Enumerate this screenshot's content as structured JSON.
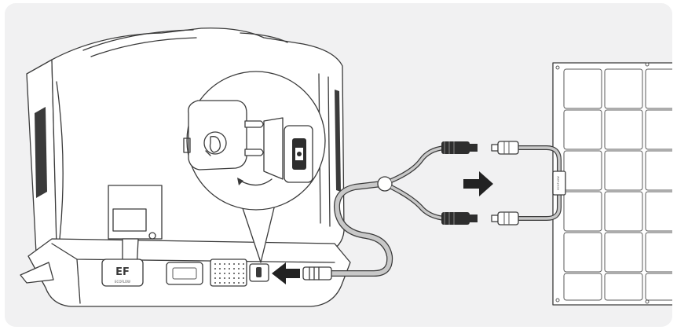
{
  "illustration": {
    "station_brand": "EF",
    "station_sub_brand": "ECOFLOW",
    "panel_box_label": "ECOFLOW"
  },
  "colors": {
    "background": "#f1f1f2",
    "line": "#3a3a3a",
    "arrow": "#222222",
    "cable": "#8a8a8a"
  }
}
